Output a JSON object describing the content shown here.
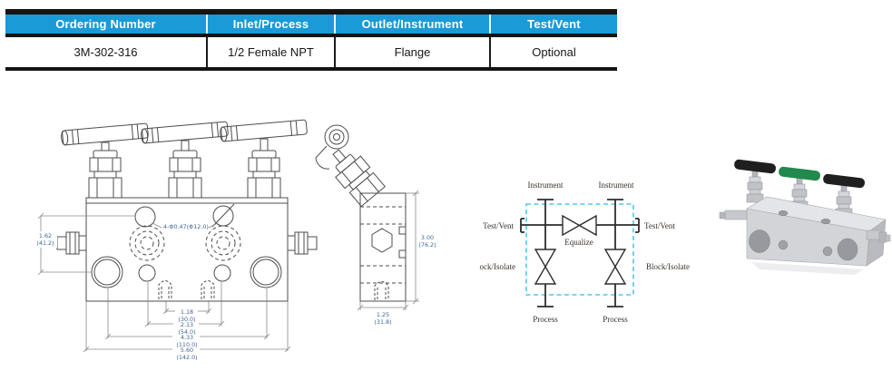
{
  "table": {
    "headers": [
      "Ordering Number",
      "Inlet/Process",
      "Outlet/Instrument",
      "Test/Vent"
    ],
    "rows": [
      [
        "3M-302-316",
        "1/2 Female NPT",
        "Flange",
        "Optional"
      ]
    ],
    "header_bg": "#1A9AD7",
    "header_text_color": "#FFFFFF"
  },
  "front_view": {
    "hole_note": "4-Φ0.47(Φ12.0)",
    "dim_side_in": "1.62",
    "dim_side_mm": "(41.2)",
    "dims_bottom": [
      {
        "in": "1.18",
        "mm": "(30.0)"
      },
      {
        "in": "2.13",
        "mm": "(54.0)"
      },
      {
        "in": "4.33",
        "mm": "(110.0)"
      },
      {
        "in": "5.60",
        "mm": "(142.0)"
      }
    ]
  },
  "side_view": {
    "dim_height_in": "3.00",
    "dim_height_mm": "(76.2)",
    "dim_width_in": "1.25",
    "dim_width_mm": "(31.8)"
  },
  "schematic": {
    "instrument_left": "Instrument",
    "instrument_right": "Instrument",
    "test_vent_left": "Test/Vent",
    "test_vent_right": "Test/Vent",
    "equalize": "Equalize",
    "block_isolate_left": "ock/Isolate",
    "block_isolate_right": "Block/Isolate",
    "process_left": "Process",
    "process_right": "Process",
    "dash_color": "#52C5F2"
  },
  "render_3d": {
    "body_color": "#D3D4D8",
    "handle_colors": [
      "#1F1F1F",
      "#22894E",
      "#1F1F1F"
    ]
  }
}
